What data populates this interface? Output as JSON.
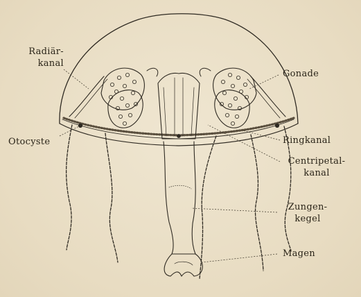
{
  "figure": {
    "background": "#e9dfc8",
    "ink": "#2a2418",
    "labels": {
      "radiaer_line1": "Radiär-",
      "radiaer_line2": "kanal",
      "gonade": "Gonade",
      "otocyste": "Otocyste",
      "ringkanal": "Ringkanal",
      "centripetal_line1": "Centripetal-",
      "centripetal_line2": "kanal",
      "zungen_line1": "Zungen-",
      "zungen_line2": "kegel",
      "magen": "Magen"
    }
  }
}
